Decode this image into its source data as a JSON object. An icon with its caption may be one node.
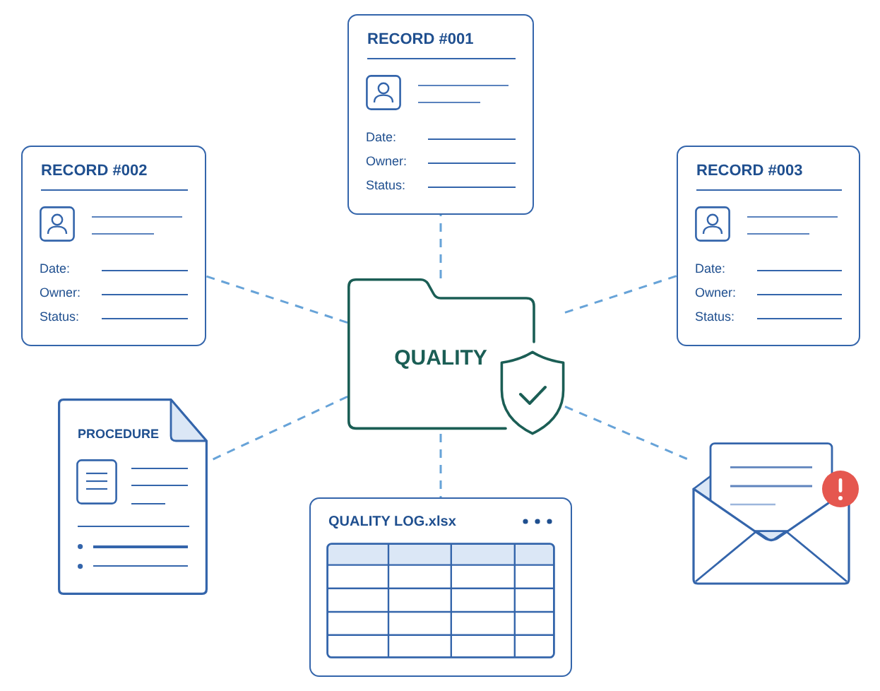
{
  "diagram": {
    "nodes": [
      {
        "text": [
          "RECORD #001",
          "Date:",
          "Owner:",
          "Status:"
        ]
      },
      {
        "text": [
          "RECORD #002",
          "Date:",
          "Owner:",
          "Status:"
        ]
      },
      {
        "text": [
          "RECORD #003",
          "Date:",
          "Owner:",
          "Status:"
        ]
      },
      {
        "text": [
          "QUALITY"
        ]
      },
      {
        "text": [
          "PROCEDURE"
        ]
      },
      {
        "text": [],
        "shape": "picture"
      },
      {
        "text": [
          "QUALITY LOG.xlsx"
        ]
      }
    ],
    "edges": [
      {
        "from": 3,
        "to": 0,
        "arrow": "none",
        "style": "dashed"
      },
      {
        "from": 3,
        "to": 1,
        "arrow": "none",
        "style": "dashed"
      },
      {
        "from": 3,
        "to": 2,
        "arrow": "none",
        "style": "dashed"
      },
      {
        "from": 3,
        "to": 4,
        "arrow": "none",
        "style": "dashed"
      },
      {
        "from": 3,
        "to": 5,
        "arrow": "none",
        "style": "dashed"
      },
      {
        "from": 3,
        "to": 6,
        "arrow": "none",
        "style": "dashed"
      }
    ]
  }
}
